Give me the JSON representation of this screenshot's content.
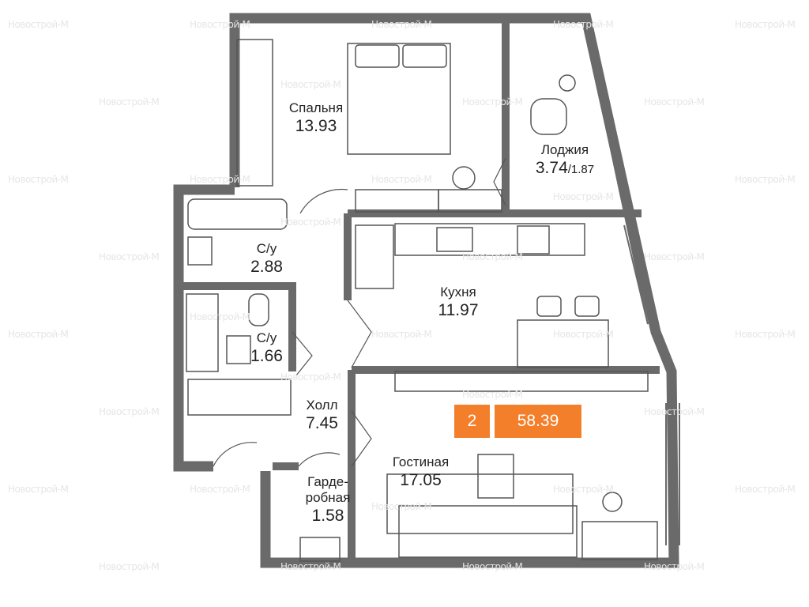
{
  "watermark": "Новострой-М",
  "colors": {
    "wall": "#6a6a6a",
    "furniture": "#555555",
    "badge": "#f47f2a"
  },
  "summary": {
    "rooms_count": "2",
    "total_area": "58.39"
  },
  "rooms": {
    "bedroom": {
      "name": "Спальня",
      "area": "13.93"
    },
    "loggia": {
      "name": "Лоджия",
      "area": "3.74",
      "area_reduced": "/1.87"
    },
    "bath1": {
      "name": "С/у",
      "area": "2.88"
    },
    "bath2": {
      "name": "С/у",
      "area": "1.66"
    },
    "kitchen": {
      "name": "Кухня",
      "area": "11.97"
    },
    "hall": {
      "name": "Холл",
      "area": "7.45"
    },
    "wardrobe": {
      "name": "Гарде-\nробная",
      "name_line1": "Гарде-",
      "name_line2": "робная",
      "area": "1.58"
    },
    "living": {
      "name": "Гостиная",
      "area": "17.05"
    }
  }
}
